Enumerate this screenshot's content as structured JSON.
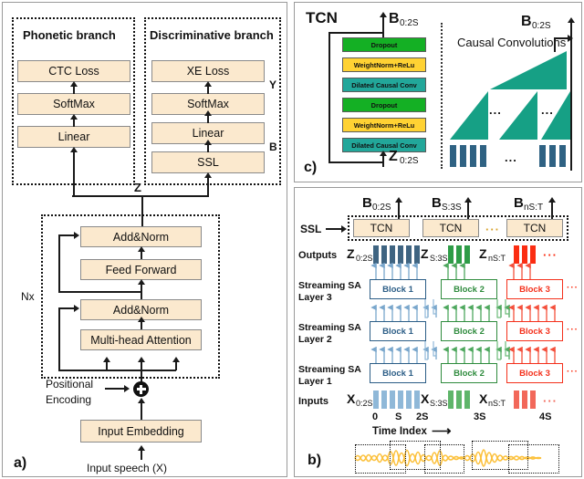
{
  "figure": {
    "panel_a_label": "a)",
    "panel_b_label": "b)",
    "panel_c_label": "c)"
  },
  "panel_a": {
    "phonetic": {
      "title": "Phonetic branch",
      "boxes": [
        "CTC Loss",
        "SoftMax",
        "Linear"
      ]
    },
    "discriminative": {
      "title": "Discriminative branch",
      "boxes": [
        "XE Loss",
        "SoftMax",
        "Linear",
        "SSL"
      ],
      "side_labels": [
        "Y",
        "B"
      ]
    },
    "latent_label": "Z",
    "encoder": {
      "repeat_label": "Nx",
      "boxes": [
        "Add&Norm",
        "Feed Forward",
        "Add&Norm",
        "Multi-head Attention"
      ]
    },
    "positional_encoding": [
      "Positional",
      "Encoding"
    ],
    "input_embedding": "Input Embedding",
    "input_caption": "Input speech (X)"
  },
  "panel_c": {
    "title": "TCN",
    "output_label_main": "B",
    "output_sub_main": "0:2S",
    "input_label": "Z",
    "input_sub": "0:2S",
    "stack": [
      {
        "text": "Dropout",
        "color": "green"
      },
      {
        "text": "WeightNorm+ReLu",
        "color": "yellow"
      },
      {
        "text": "Dilated Causal Conv",
        "color": "teal"
      },
      {
        "text": "Dropout",
        "color": "green"
      },
      {
        "text": "WeightNorm+ReLu",
        "color": "yellow"
      },
      {
        "text": "Dilated Causal Conv",
        "color": "teal"
      }
    ],
    "right_title": "Causal Convolutions",
    "right_output_label": "B",
    "right_output_sub": "0:2S",
    "ellipsis": "...",
    "colors": {
      "dropout": "#14b024",
      "weightnorm": "#ffd233",
      "dilated_conv": "#22a79a",
      "triangle": "#16a085",
      "conv_bar": "#2f6283"
    }
  },
  "panel_b": {
    "ssl_label": "SSL",
    "tcn_label": "TCN",
    "tcn_outputs": [
      {
        "main": "B",
        "sub": "0:2S"
      },
      {
        "main": "B",
        "sub": "S:3S"
      },
      {
        "main": "B",
        "sub": "nS:T"
      }
    ],
    "rows": [
      {
        "label_line1": "Outputs",
        "label_line2": ""
      },
      {
        "label_line1": "Streaming SA",
        "label_line2": "Layer 3"
      },
      {
        "label_line1": "Streaming SA",
        "label_line2": "Layer 2"
      },
      {
        "label_line1": "Streaming SA",
        "label_line2": "Layer 1"
      },
      {
        "label_line1": "Inputs",
        "label_line2": ""
      }
    ],
    "output_tags": [
      {
        "main": "Z",
        "sub": "0:2S"
      },
      {
        "main": "Z",
        "sub": "S:3S"
      },
      {
        "main": "Z",
        "sub": "nS:T"
      }
    ],
    "input_tags": [
      {
        "main": "X",
        "sub": "0:2S"
      },
      {
        "main": "X",
        "sub": "S:3S"
      },
      {
        "main": "X",
        "sub": "nS:T"
      }
    ],
    "blocks": [
      "Block 1",
      "Block 2",
      "Block 3"
    ],
    "ellipsis": "···",
    "time_ticks": [
      "0",
      "S",
      "2S",
      "3S",
      "4S"
    ],
    "time_axis_label": "Time Index",
    "time_axis_arrow": "⟶",
    "colors": {
      "block1": "#2b5d86",
      "block2": "#2e8b3d",
      "block3": "#f4301b",
      "output_bar": "#3f6481",
      "input_bar_blue": "#8fb8d8",
      "waveform": "#fcc13c"
    }
  }
}
